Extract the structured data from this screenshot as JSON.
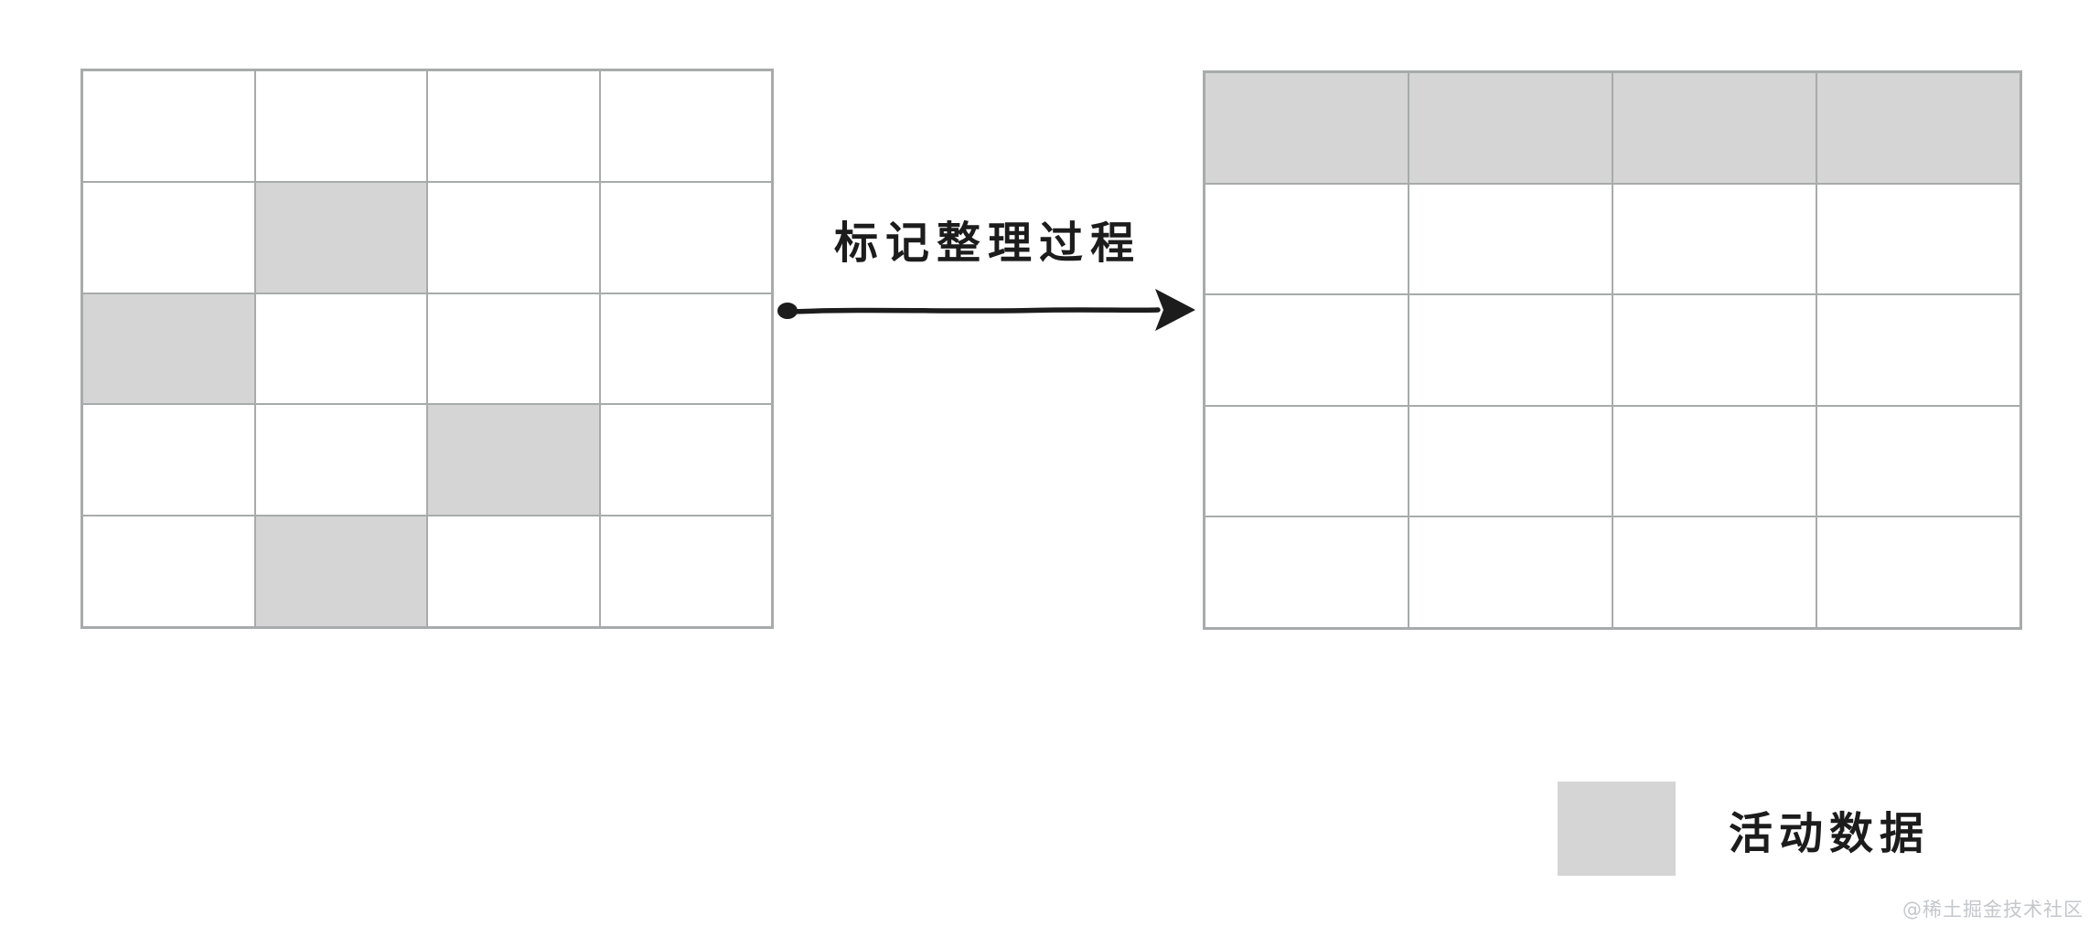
{
  "diagram": {
    "title_none": "",
    "arrow": {
      "label": "标记整理过程",
      "direction": "left-to-right"
    },
    "left_grid": {
      "name": "heap-before-compaction",
      "cols": 4,
      "rows": 5,
      "active_cells": [
        [
          1,
          1
        ],
        [
          2,
          0
        ],
        [
          3,
          2
        ],
        [
          4,
          1
        ]
      ]
    },
    "right_grid": {
      "name": "heap-after-compaction",
      "cols": 4,
      "rows": 5,
      "active_cells": [
        [
          0,
          0
        ],
        [
          0,
          1
        ],
        [
          0,
          2
        ],
        [
          0,
          3
        ]
      ]
    },
    "legend": {
      "label": "活动数据"
    },
    "watermark": "@稀土掘金技术社区",
    "colors": {
      "active_fill": "#d4d5d4",
      "grid_border": "#a8abab",
      "arrow": "#1c1c1c",
      "label_text": "#1c1c1c",
      "watermark_text": "#c4c7cb",
      "background": "#ffffff"
    }
  }
}
